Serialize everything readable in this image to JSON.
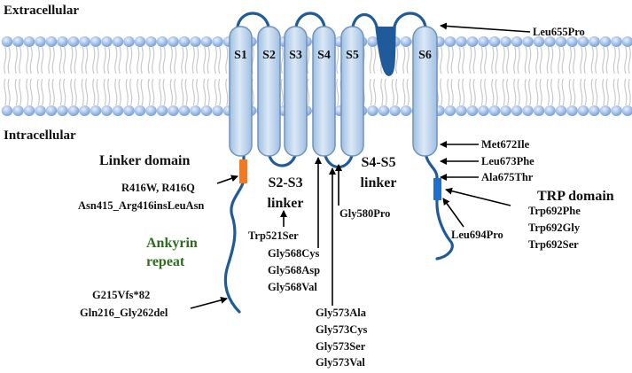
{
  "regions": {
    "extracellular": "Extracellular",
    "intracellular": "Intracellular"
  },
  "segments": [
    "S1",
    "S2",
    "S3",
    "S4",
    "S5",
    "S6"
  ],
  "domains": {
    "linker_domain": "Linker domain",
    "s2s3_linker_line1": "S2-S3",
    "s2s3_linker_line2": "linker",
    "s4s5_linker_line1": "S4-S5",
    "s4s5_linker_line2": "linker",
    "trp_domain": "TRP domain",
    "ankyrin_line1": "Ankyrin",
    "ankyrin_line2": "repeat"
  },
  "mutations": {
    "leu655": "Leu655Pro",
    "met672": "Met672Ile",
    "leu673": "Leu673Phe",
    "ala675": "Ala675Thr",
    "trp692_1": "Trp692Phe",
    "trp692_2": "Trp692Gly",
    "trp692_3": "Trp692Ser",
    "leu694": "Leu694Pro",
    "r416_1": "R416W, R416Q",
    "r416_2": "Asn415_Arg416insLeuAsn",
    "trp521": "Trp521Ser",
    "gly568_1": "Gly568Cys",
    "gly568_2": "Gly568Asp",
    "gly568_3": "Gly568Val",
    "gly580": "Gly580Pro",
    "gly573_1": "Gly573Ala",
    "gly573_2": "Gly573Cys",
    "gly573_3": "Gly573Ser",
    "gly573_4": "Gly573Val",
    "g215_1": "G215Vfs*82",
    "g215_2": "Gln216_Gly262del"
  },
  "colors": {
    "membrane_head": "#8fb4e6",
    "membrane_tail": "#c9c9c9",
    "helix_fill": "#bcd4ec",
    "helix_stroke": "#6f93bb",
    "chain": "#1f5a9a",
    "linker_domain_box": "#f07a22",
    "trp_domain_box": "#1f6fcf",
    "ankyrin_text": "#2e6b1e"
  }
}
